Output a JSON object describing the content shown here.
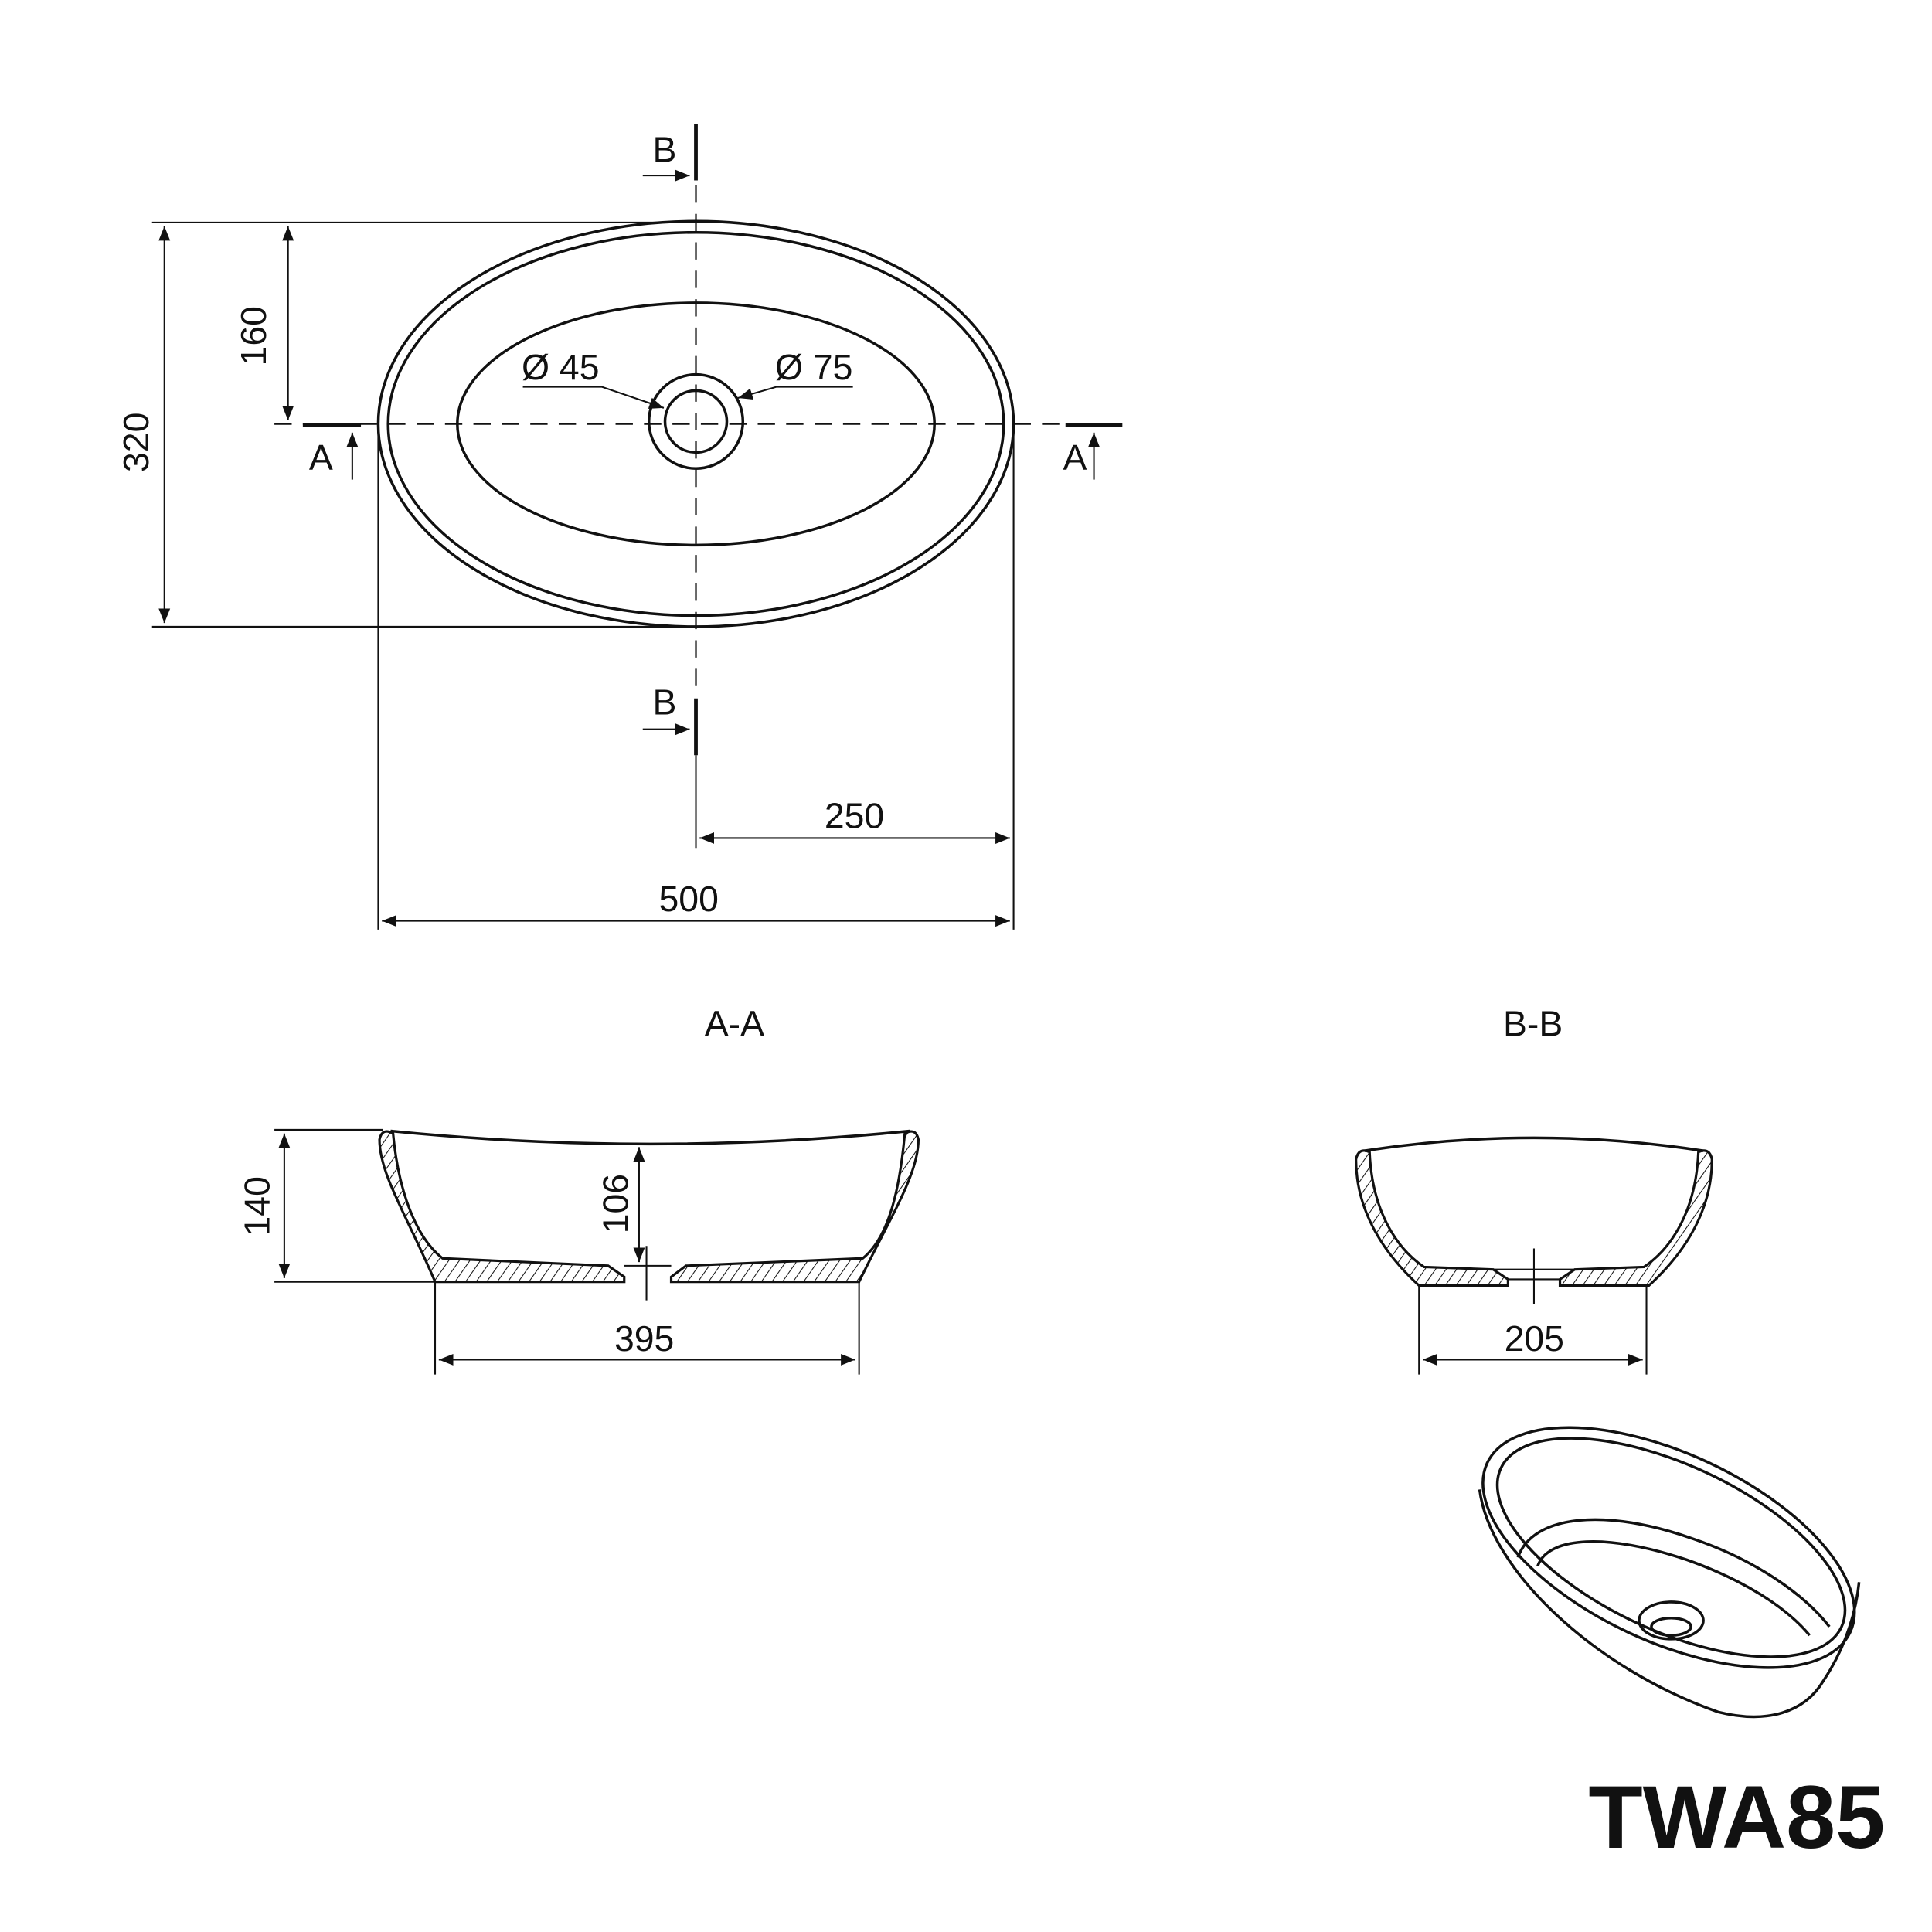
{
  "model": "TWA85",
  "top_view": {
    "section_markers": {
      "b": "B",
      "a": "A"
    },
    "drain_inner": "Ø 45",
    "drain_outer": "Ø 75",
    "dim_total_depth": "320",
    "dim_half_depth": "160",
    "dim_half_width": "250",
    "dim_total_width": "500"
  },
  "section_aa": {
    "title": "A-A",
    "dim_height": "140",
    "dim_inner_depth": "106",
    "dim_base_width": "395"
  },
  "section_bb": {
    "title": "B-B",
    "dim_base_width": "205"
  },
  "colors": {
    "line": "#111111",
    "background": "#ffffff"
  }
}
